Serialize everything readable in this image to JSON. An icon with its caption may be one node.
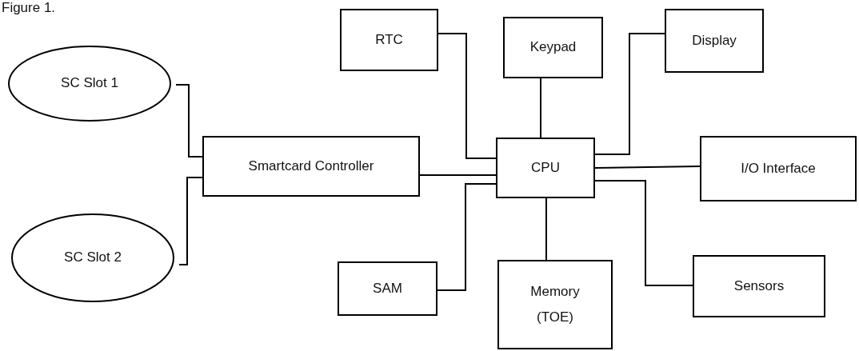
{
  "diagram": {
    "title": "Figure 1.",
    "nodes": [
      {
        "text": [
          "RTC"
        ]
      },
      {
        "text": [
          "Keypad"
        ]
      },
      {
        "text": [
          "Display"
        ]
      },
      {
        "text": [
          "SC Slot 1"
        ]
      },
      {
        "text": [
          "Smartcard Controller"
        ]
      },
      {
        "text": [
          "CPU"
        ]
      },
      {
        "text": [
          "I/O Interface"
        ]
      },
      {
        "text": [
          "SC Slot 2"
        ]
      },
      {
        "text": [
          "SAM"
        ]
      },
      {
        "text": [
          "Memory (TOE)"
        ]
      },
      {
        "text": [
          "Sensors"
        ]
      }
    ],
    "edges": [
      {
        "from": 3,
        "to": 4,
        "arrow": "none"
      },
      {
        "from": 7,
        "to": 4,
        "arrow": "none"
      },
      {
        "from": 4,
        "to": 5,
        "arrow": "none"
      },
      {
        "from": 0,
        "to": 5,
        "arrow": "none"
      },
      {
        "from": 1,
        "to": 5,
        "arrow": "none"
      },
      {
        "from": 2,
        "to": 5,
        "arrow": "none"
      },
      {
        "from": 5,
        "to": 6,
        "arrow": "none"
      },
      {
        "from": 8,
        "to": 5,
        "arrow": "none"
      },
      {
        "from": 5,
        "to": 9,
        "arrow": "none"
      },
      {
        "from": 5,
        "to": 10,
        "arrow": "none"
      }
    ]
  }
}
